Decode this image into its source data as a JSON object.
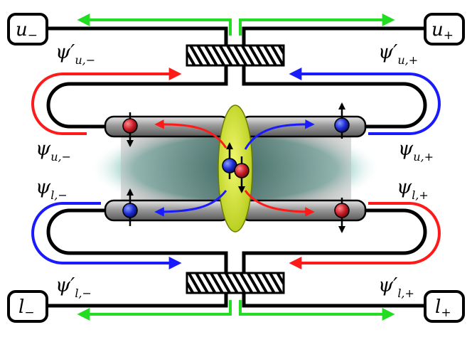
{
  "ports": {
    "u_minus": {
      "main": "u",
      "sub": "−"
    },
    "u_plus": {
      "main": "u",
      "sub": "+"
    },
    "l_minus": {
      "main": "l",
      "sub": "−"
    },
    "l_plus": {
      "main": "l",
      "sub": "+"
    }
  },
  "labels": {
    "psi_prime_u_minus": {
      "main": "ψ′",
      "sub": "u,−"
    },
    "psi_prime_u_plus": {
      "main": "ψ′",
      "sub": "u,+"
    },
    "psi_u_minus": {
      "main": "ψ",
      "sub": "u,−"
    },
    "psi_u_plus": {
      "main": "ψ",
      "sub": "u,+"
    },
    "psi_l_minus": {
      "main": "ψ",
      "sub": "l,−"
    },
    "psi_l_plus": {
      "main": "ψ",
      "sub": "l,+"
    },
    "psi_prime_l_minus": {
      "main": "ψ′",
      "sub": "l,−"
    },
    "psi_prime_l_plus": {
      "main": "ψ′",
      "sub": "l,+"
    }
  },
  "colors": {
    "green_arrow": "#22dd22",
    "red_path": "#ff1a1a",
    "blue_path": "#1a1aff",
    "lens": "#c8dc28",
    "cloud": "#4aa89a",
    "electron_red": "#cc1f2b",
    "electron_blue": "#1f2ed6",
    "wire": "#000000"
  }
}
